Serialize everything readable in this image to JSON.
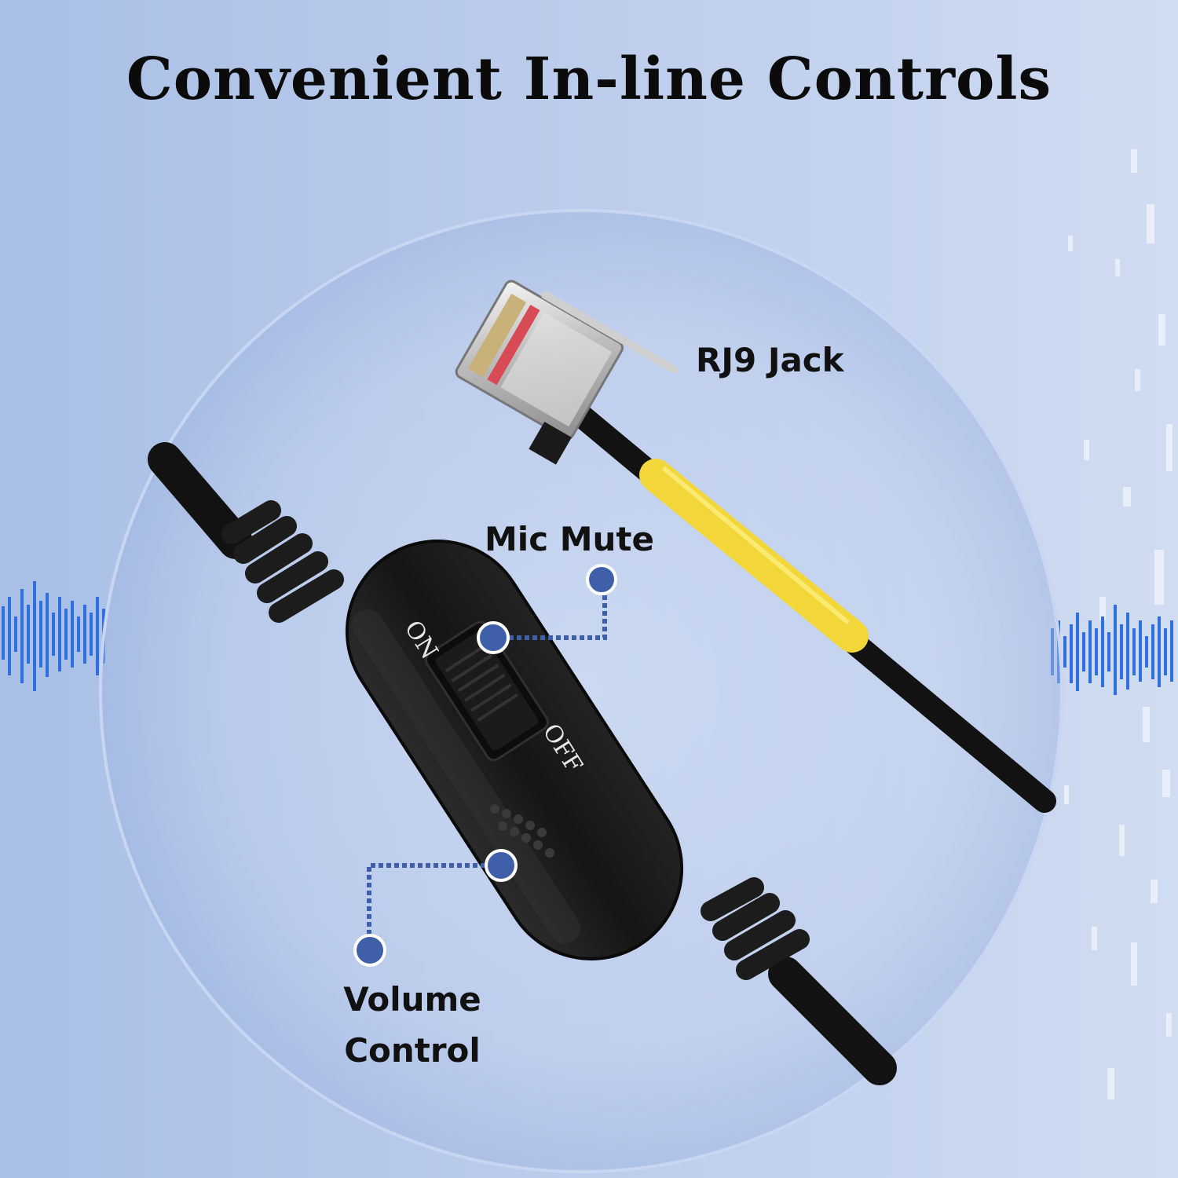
{
  "headline": "Convenient In-line Controls",
  "callouts": {
    "rj9_jack": "RJ9 Jack",
    "mic_mute": "Mic Mute",
    "volume_line1": "Volume",
    "volume_line2": "Control"
  },
  "switch_labels": {
    "on": "ON",
    "off": "OFF"
  },
  "colors": {
    "background": "#b7c9ea",
    "text": "#0b0b0b",
    "cable": "#121212",
    "sleeve": "#f2d63a",
    "callout_dot": "#3f5fa8",
    "waveform": "#2f6fe0"
  },
  "icons": [
    "rj9-connector-icon",
    "mute-switch-icon",
    "volume-wheel-icon",
    "audio-waveform-icon"
  ]
}
